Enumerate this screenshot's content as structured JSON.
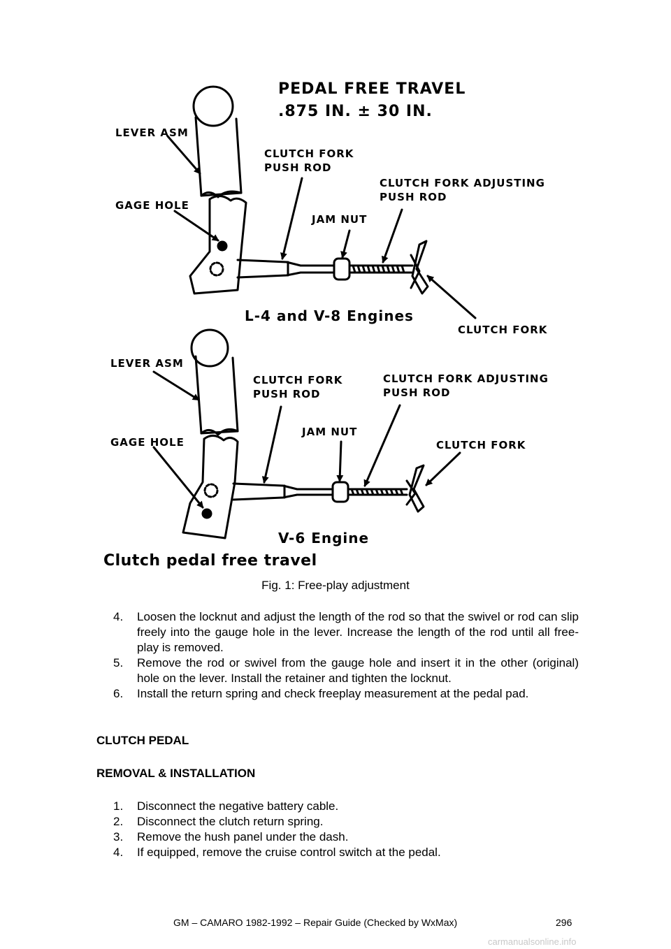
{
  "figure": {
    "top": {
      "pedal_free_travel": "PEDAL FREE TRAVEL",
      "spec": ".875 IN. ± 30 IN.",
      "lever_asm": "LEVER ASM",
      "gage_hole": "GAGE HOLE",
      "clutch_fork_push_rod_1": "CLUTCH FORK",
      "clutch_fork_push_rod_2": "PUSH ROD",
      "adjusting_1": "CLUTCH FORK ADJUSTING",
      "adjusting_2": "PUSH ROD",
      "jam_nut": "JAM NUT",
      "clutch_fork": "CLUTCH FORK",
      "engine": "L-4 and V-8 Engines"
    },
    "bottom": {
      "lever_asm": "LEVER ASM",
      "gage_hole": "GAGE HOLE",
      "clutch_fork_push_rod_1": "CLUTCH FORK",
      "clutch_fork_push_rod_2": "PUSH ROD",
      "adjusting_1": "CLUTCH FORK ADJUSTING",
      "adjusting_2": "PUSH ROD",
      "jam_nut": "JAM NUT",
      "clutch_fork": "CLUTCH FORK",
      "engine": "V-6 Engine"
    },
    "title": "Clutch pedal free travel"
  },
  "caption": "Fig. 1: Free-play adjustment",
  "steps_a": [
    {
      "num": "4.",
      "text": "Loosen the locknut and adjust the length of the rod so that the swivel or rod can slip freely into the gauge hole in the lever. Increase the length of the rod until all free-play is removed."
    },
    {
      "num": "5.",
      "text": "Remove the rod or swivel from the gauge hole and insert it in the other (original) hole on the lever. Install the retainer and tighten the locknut."
    },
    {
      "num": "6.",
      "text": "Install the return spring and check freeplay measurement at the pedal pad."
    }
  ],
  "heading1": "CLUTCH PEDAL",
  "heading2": "REMOVAL & INSTALLATION",
  "steps_b": [
    {
      "num": "1.",
      "text": "Disconnect the negative battery cable."
    },
    {
      "num": "2.",
      "text": "Disconnect the clutch return spring."
    },
    {
      "num": "3.",
      "text": "Remove the hush panel under the dash."
    },
    {
      "num": "4.",
      "text": "If equipped, remove the cruise control switch at the pedal."
    }
  ],
  "footer": {
    "title": "GM – CAMARO 1982-1992 – Repair Guide (Checked by WxMax)",
    "page": "296"
  },
  "watermark": "carmanualsonline.info"
}
